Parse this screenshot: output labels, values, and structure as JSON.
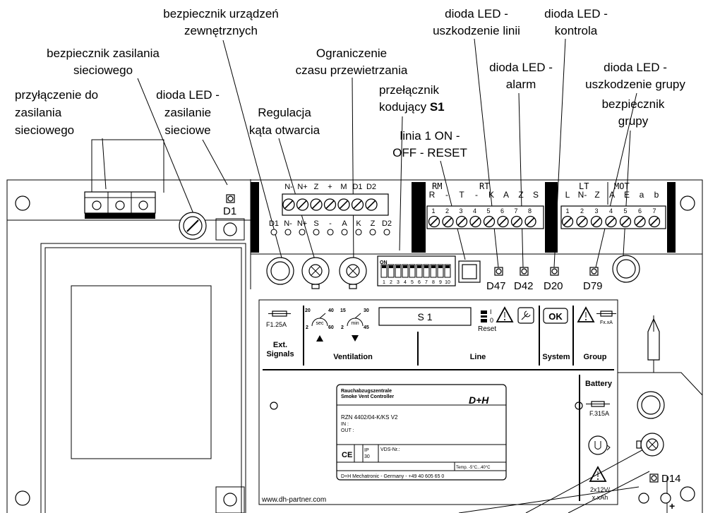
{
  "annotations": {
    "ext_fuse": [
      "bezpiecznik urządzeń",
      "zewnętrznych"
    ],
    "mains_fuse": [
      "bezpiecznik zasilania",
      "sieciowego"
    ],
    "vent_limit": [
      "Ograniczenie",
      "czasu przewietrzania"
    ],
    "led_line": [
      "dioda LED -",
      "uszkodzenie linii"
    ],
    "led_control": [
      "dioda LED -",
      "kontrola"
    ],
    "led_alarm": [
      "dioda LED -",
      "alarm"
    ],
    "led_group": [
      "dioda LED -",
      "uszkodzenie grupy"
    ],
    "mains_conn": [
      "przyłączenie do",
      "zasilania",
      "sieciowego"
    ],
    "led_mains": [
      "dioda LED -",
      "zasilanie",
      "sieciowe"
    ],
    "angle": [
      "Regulacja",
      "kąta otwarcia"
    ],
    "switch_s1": [
      "przełącznik",
      "kodujący "
    ],
    "switch_s1_bold": "S1",
    "group_fuse": [
      "bezpiecznik",
      "grupy"
    ],
    "line_reset": [
      "linia 1 ON -",
      "OFF - RESET"
    ]
  },
  "board": {
    "led_d1": "D1",
    "ext_terminal_top": [
      "N-",
      "N+",
      "Z",
      "+",
      "M",
      "D1",
      "D2"
    ],
    "ext_terminal_bottom": [
      "D1",
      "N-",
      "N+",
      "S",
      "-",
      "A",
      "K",
      "Z",
      "D2"
    ],
    "rm_label": "RM",
    "rt_label": "RT",
    "rt_pins": [
      "R",
      "-",
      "T",
      "-",
      "K",
      "A",
      "Z",
      "S"
    ],
    "lt_label": "LT",
    "mot_label": "MOT",
    "lt_pins": [
      "L",
      "N-",
      "Z",
      "A",
      "E",
      "a",
      "b"
    ],
    "pin_numbers_left": [
      "1",
      "2",
      "3",
      "4",
      "5",
      "6",
      "7",
      "8"
    ],
    "pin_numbers_right": [
      "1",
      "2",
      "3",
      "4",
      "5",
      "6",
      "7"
    ],
    "dip_on": "ON",
    "dip_numbers": [
      "1",
      "2",
      "3",
      "4",
      "5",
      "6",
      "7",
      "8",
      "9",
      "10"
    ],
    "led_d47": "D47",
    "led_d42": "D42",
    "led_d20": "D20",
    "led_d79": "D79",
    "led_d14": "D14"
  },
  "panel": {
    "fuse_ext": "F1.25A",
    "ext_signals": [
      "Ext.",
      "Signals"
    ],
    "sec_dial": {
      "unit": "sec",
      "t_left": "20",
      "t_right": "40",
      "b_left": "2",
      "b_right": "60"
    },
    "min_dial": {
      "unit": "min",
      "t_left": "15",
      "t_right": "30",
      "b_left": "2",
      "b_right": "45"
    },
    "s1_display": "S 1",
    "reset_i": "I",
    "reset_0": "0",
    "reset_label": "Reset",
    "ok_label": "OK",
    "fuse_group": "Fx.xA",
    "ventilation": "Ventilation",
    "line": "Line",
    "system": "System",
    "group": "Group",
    "battery": "Battery",
    "fuse_battery": "F.315A",
    "battery_spec": [
      "2x12V/",
      "x.xAh"
    ],
    "plus": "+",
    "website": "www.dh-partner.com"
  },
  "nameplate": {
    "title": [
      "Rauchabzugszentrale",
      "Smoke Vent Controller"
    ],
    "logo": "D+H",
    "model": "RZN 4402/04-K/KS V2",
    "in": "IN :",
    "out": "OUT :",
    "ce": "CE",
    "ip": [
      "IP",
      "30"
    ],
    "vds": "VDS-Nr.:",
    "temp": "Temp. -5°C...40°C",
    "footer": "D+H Mechatronic   -   Germany   -   +49 40 605 65 0"
  },
  "colors": {
    "ink": "#000000",
    "paper": "#ffffff"
  }
}
